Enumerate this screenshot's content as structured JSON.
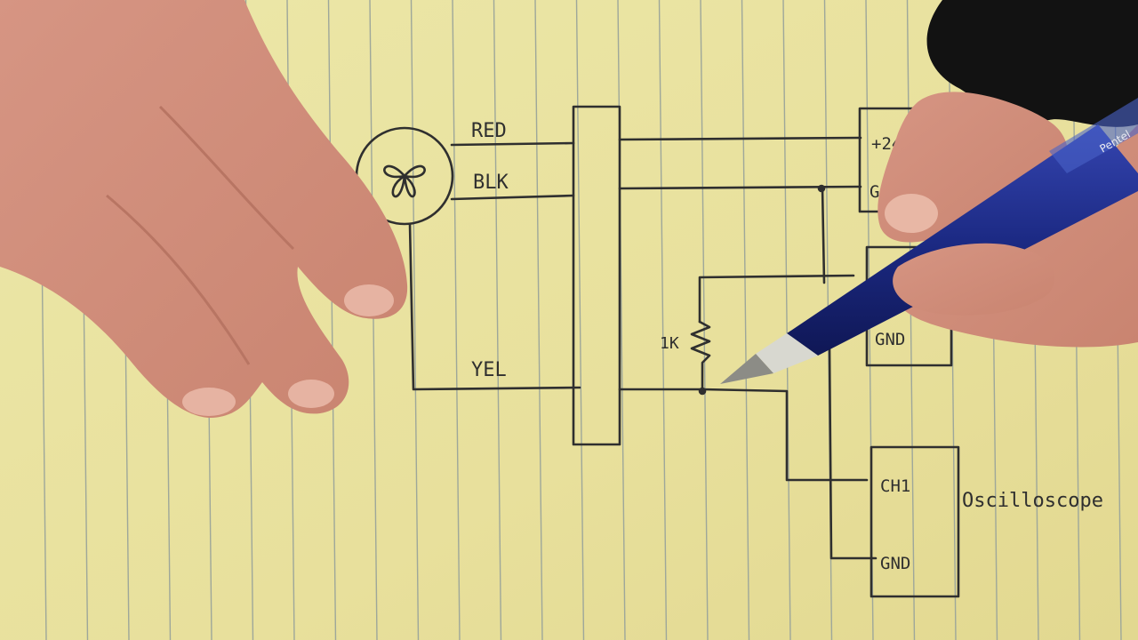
{
  "wire_labels": {
    "red": "RED",
    "black": "BLK",
    "yellow": "YEL"
  },
  "resistor_label": "1K",
  "power_supply": {
    "positive_terminal": "+24",
    "ground_terminal": "G",
    "ground_terminal_2": "GND"
  },
  "oscilloscope": {
    "channel_terminal": "CH1",
    "ground_terminal": "GND",
    "label": "Oscilloscope"
  },
  "pen_brand": "Pentel",
  "icon_names": {
    "fan": "fan-icon",
    "resistor": "resistor-icon",
    "pen": "pencil-icon"
  },
  "colors": {
    "paper": "#e9e3a2",
    "ruled_line": "#9ea79a",
    "ink": "#2f2f2f",
    "pen_body": "#1c2a84",
    "glove": "#121212",
    "skin": "#d99a83"
  }
}
